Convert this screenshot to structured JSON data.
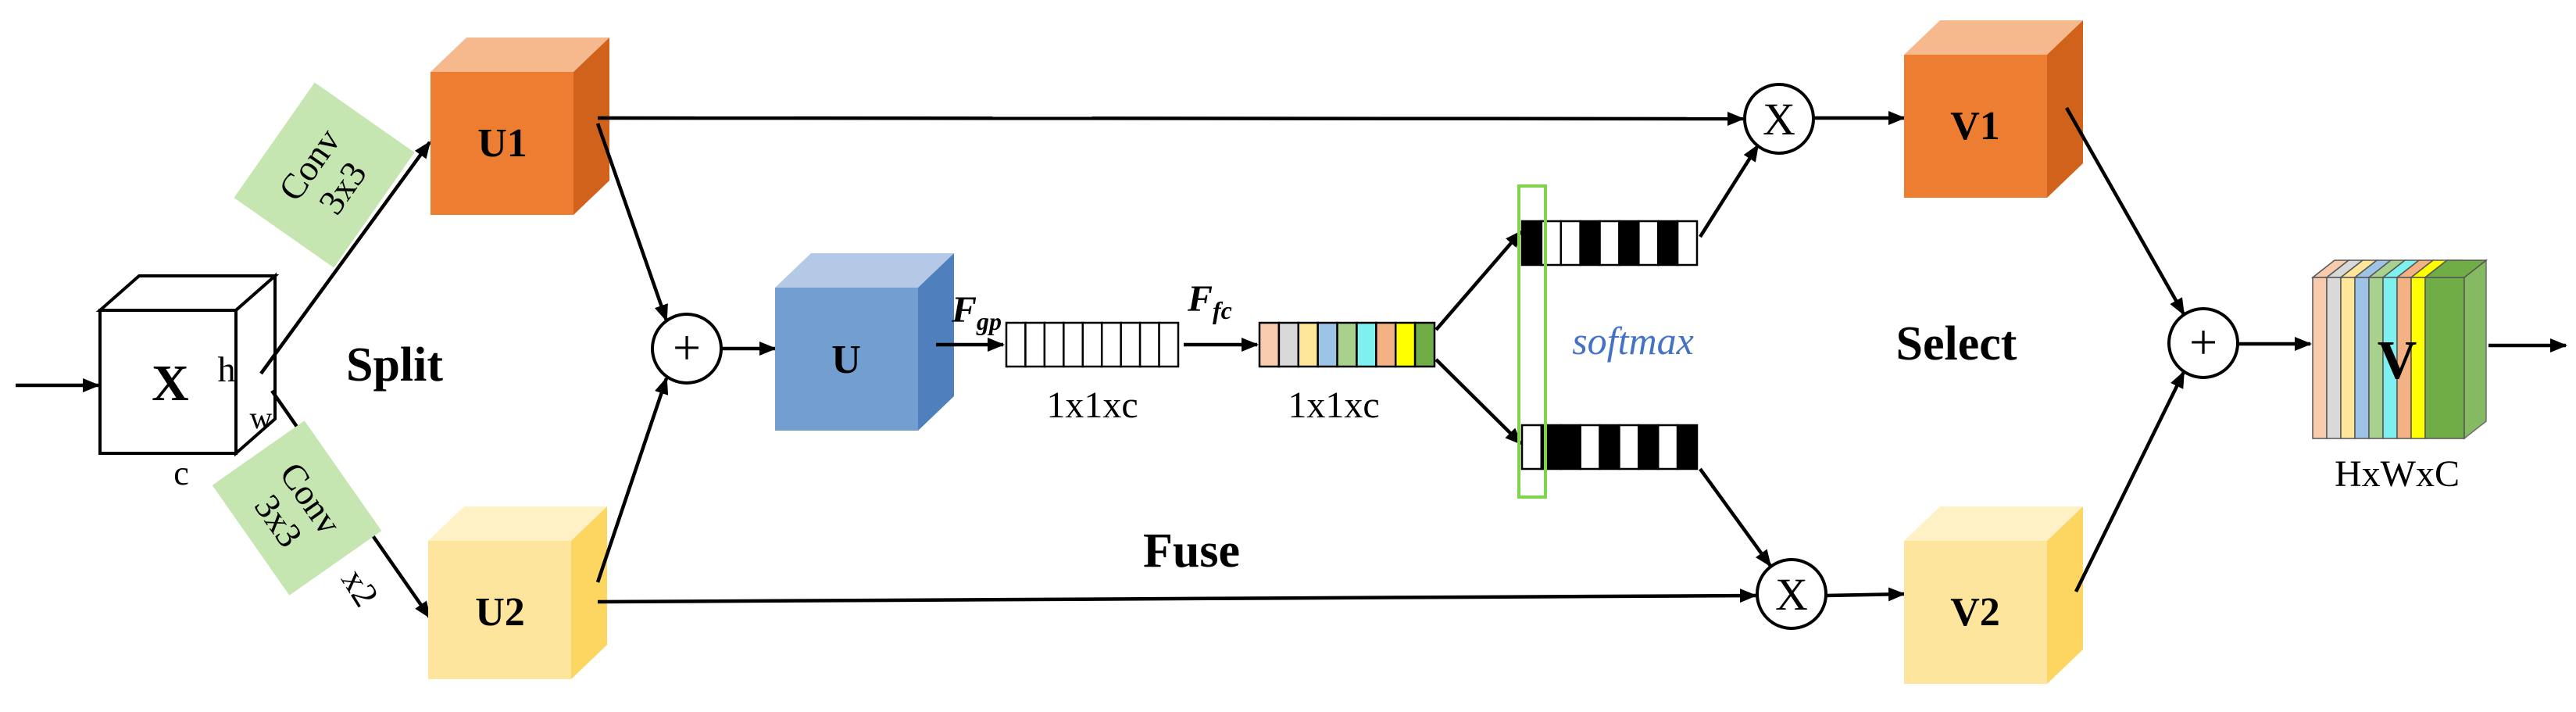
{
  "diagram": {
    "input": {
      "label": "X",
      "dim_h": "h",
      "dim_w": "w",
      "dim_c": "c"
    },
    "conv_top": {
      "line1": "Conv",
      "line2": "3x3"
    },
    "conv_bottom": {
      "line1": "Conv",
      "line2": "3x3",
      "suffix": "x2"
    },
    "branch_top": {
      "label": "U1",
      "front": "#ed7d31",
      "top": "#f6b98e",
      "side": "#d0621c"
    },
    "branch_bottom": {
      "label": "U2",
      "front": "#fee59d",
      "top": "#fff1c6",
      "side": "#fdd561"
    },
    "fused": {
      "label": "U",
      "front": "#729fcf",
      "top": "#b4c9e6",
      "side": "#4f7fbc"
    },
    "output_top": {
      "label": "V1",
      "front": "#ed7d31",
      "top": "#f6b98e",
      "side": "#d0621c"
    },
    "output_bottom": {
      "label": "V2",
      "front": "#fee59d",
      "top": "#fff1c6",
      "side": "#fdd561"
    },
    "sections": {
      "split": "Split",
      "fuse": "Fuse",
      "select": "Select"
    },
    "ops": {
      "fgp": "F",
      "fgp_sub": "gp",
      "ffc": "F",
      "ffc_sub": "fc"
    },
    "vectors": {
      "gap_label": "1x1xc",
      "fc_label": "1x1xc",
      "fc_colors": [
        "#f8cbad",
        "#d9d9d9",
        "#ffe699",
        "#9dc3e6",
        "#a9d18e",
        "#7ff0f0",
        "#f4b183",
        "#ffff00",
        "#70ad47"
      ]
    },
    "attention": {
      "softmax": "softmax",
      "top_pattern": [
        "#000000",
        "#ffffff",
        "#ffffff",
        "#000000",
        "#ffffff",
        "#000000",
        "#ffffff",
        "#000000",
        "#ffffff"
      ],
      "bottom_pattern": [
        "#ffffff",
        "#000000",
        "#000000",
        "#ffffff",
        "#000000",
        "#ffffff",
        "#000000",
        "#ffffff",
        "#000000"
      ],
      "highlight": "#7fd44b"
    },
    "operators": {
      "add": "+",
      "multiply": "X"
    },
    "output": {
      "label": "V",
      "dims": "HxWxC",
      "slab_colors": [
        "#f8cbad",
        "#d9d9d9",
        "#ffe699",
        "#9dc3e6",
        "#a9d18e",
        "#7ff0f0",
        "#f4b183",
        "#ffff00",
        "#70ad47"
      ]
    }
  }
}
